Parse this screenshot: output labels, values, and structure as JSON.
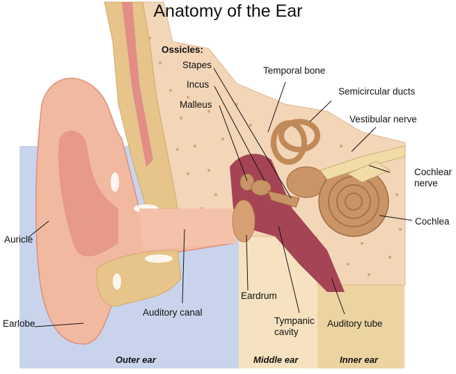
{
  "title": "Anatomy of the Ear",
  "ossicles_heading": "Ossicles:",
  "labels": {
    "stapes": "Stapes",
    "incus": "Incus",
    "malleus": "Malleus",
    "temporal_bone": "Temporal bone",
    "semicircular_ducts": "Semicircular ducts",
    "vestibular_nerve": "Vestibular nerve",
    "cochlear_nerve_line1": "Cochlear",
    "cochlear_nerve_line2": "nerve",
    "cochlea": "Cochlea",
    "auricle": "Auricle",
    "earlobe": "Earlobe",
    "auditory_canal": "Auditory canal",
    "eardrum": "Eardrum",
    "tympanic_cavity_line1": "Tympanic",
    "tympanic_cavity_line2": "cavity",
    "auditory_tube": "Auditory tube"
  },
  "regions": {
    "outer": "Outer ear",
    "middle": "Middle ear",
    "inner": "Inner ear"
  },
  "colors": {
    "outer_bg": "#c9d4ec",
    "middle_bg": "#f6e2c0",
    "inner_bg": "#ecd3a2",
    "skin": "#f2b9a1",
    "skin_dark": "#e79a8a",
    "bone": "#f3d5b8",
    "cartilage": "#e6c48a",
    "ossicle": "#c99566",
    "cavity": "#a54454"
  }
}
